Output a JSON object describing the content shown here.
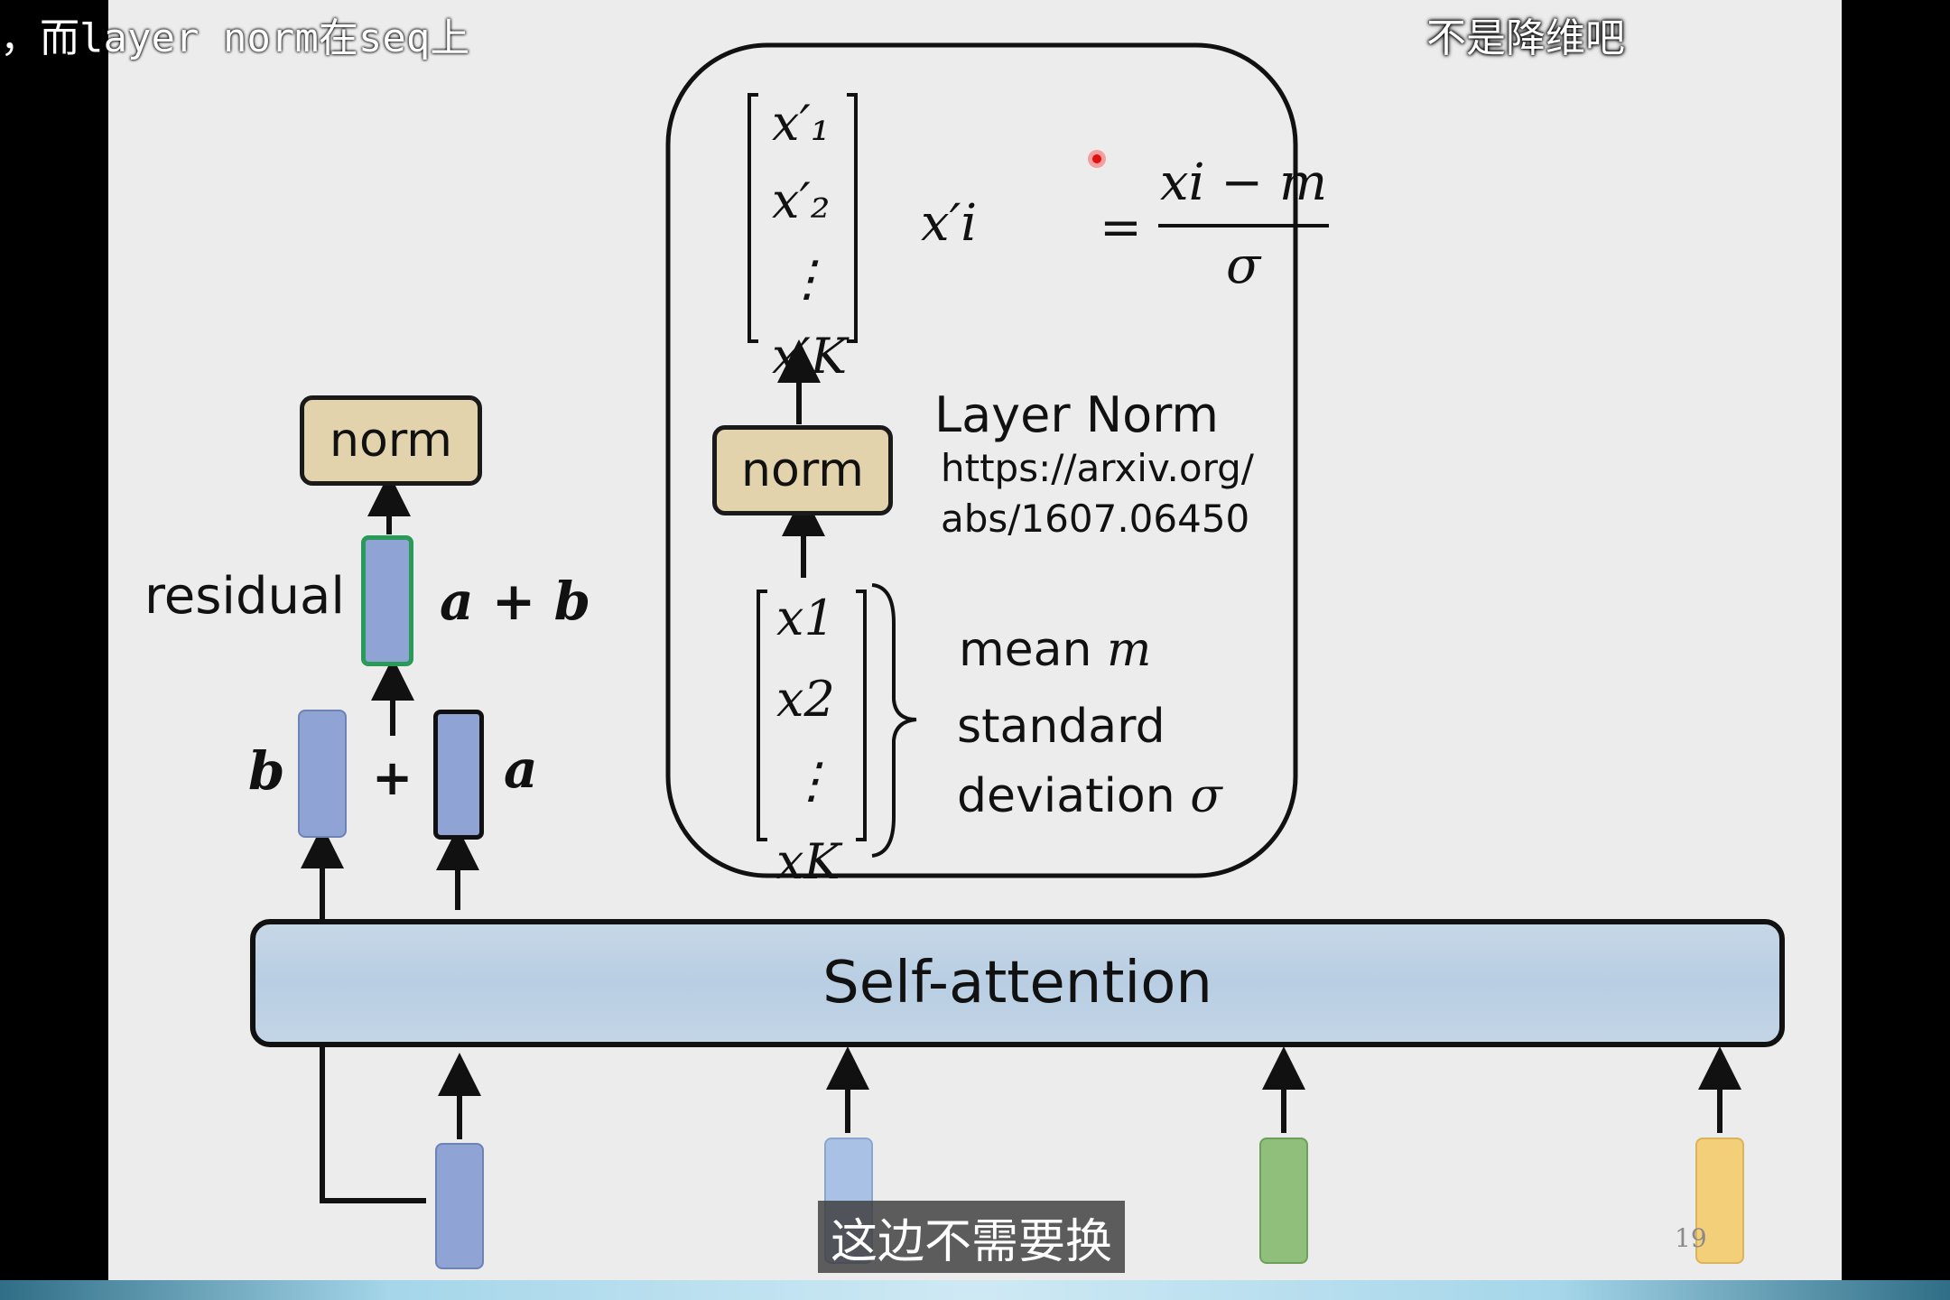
{
  "captions": {
    "top_left": "，而layer norm在seq上",
    "top_right": "不是降维吧",
    "subtitle": "这边不需要换"
  },
  "left_block": {
    "norm_label": "norm",
    "residual_label": "residual",
    "sum_label": "a + b",
    "b_label": "b",
    "plus": "+",
    "a_label": "a"
  },
  "layer_norm_panel": {
    "output_vector": [
      "x′₁",
      "x′₂",
      "⋮",
      "x′K"
    ],
    "formula": {
      "lhs": "x′i",
      "numerator": "xi − m",
      "denominator": "σ"
    },
    "norm_label": "norm",
    "title": "Layer Norm",
    "url_line1": "https://arxiv.org/",
    "url_line2": "abs/1607.06450",
    "input_vector": [
      "x1",
      "x2",
      "⋮",
      "xK"
    ],
    "mean_label": "mean",
    "mean_symbol": "m",
    "std_line1": "standard",
    "std_line2": "deviation",
    "std_symbol": "σ"
  },
  "self_attention_label": "Self-attention",
  "page_number": "19",
  "colors": {
    "norm_fill": "#e2d3ad",
    "blue_vec": "#8fa3d4",
    "light_blue_vec": "#a9c1e4",
    "green_vec": "#8fbf7a",
    "yellow_vec": "#f3cf7a",
    "residual_border": "#2a9a58",
    "self_attention_fill": "#bfd2e6"
  }
}
